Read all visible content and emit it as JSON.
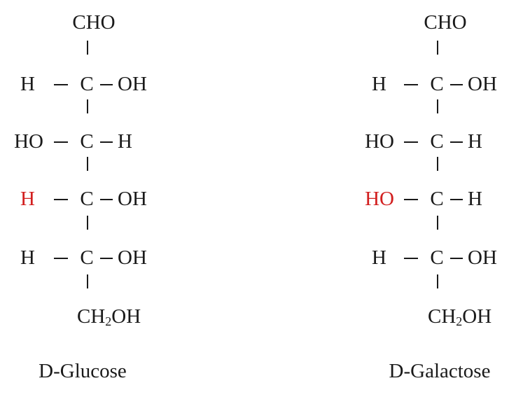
{
  "structures": [
    {
      "name": "D-Glucose",
      "top": "CHO",
      "carbon": "C",
      "rows": [
        {
          "left": "H",
          "right": "OH",
          "highlight": ""
        },
        {
          "left": "HO",
          "right": "H",
          "highlight": ""
        },
        {
          "left": "H",
          "right": "OH",
          "highlight": "left"
        },
        {
          "left": "H",
          "right": "OH",
          "highlight": ""
        }
      ],
      "bottom_main": "CH",
      "bottom_sub": "2",
      "bottom_tail": "OH"
    },
    {
      "name": "D-Galactose",
      "top": "CHO",
      "carbon": "C",
      "rows": [
        {
          "left": "H",
          "right": "OH",
          "highlight": ""
        },
        {
          "left": "HO",
          "right": "H",
          "highlight": ""
        },
        {
          "left": "HO",
          "right": "H",
          "highlight": "left"
        },
        {
          "left": "H",
          "right": "OH",
          "highlight": ""
        }
      ],
      "bottom_main": "CH",
      "bottom_sub": "2",
      "bottom_tail": "OH"
    }
  ],
  "colors": {
    "text": "#1a1a1a",
    "highlight": "#d21f1f"
  }
}
